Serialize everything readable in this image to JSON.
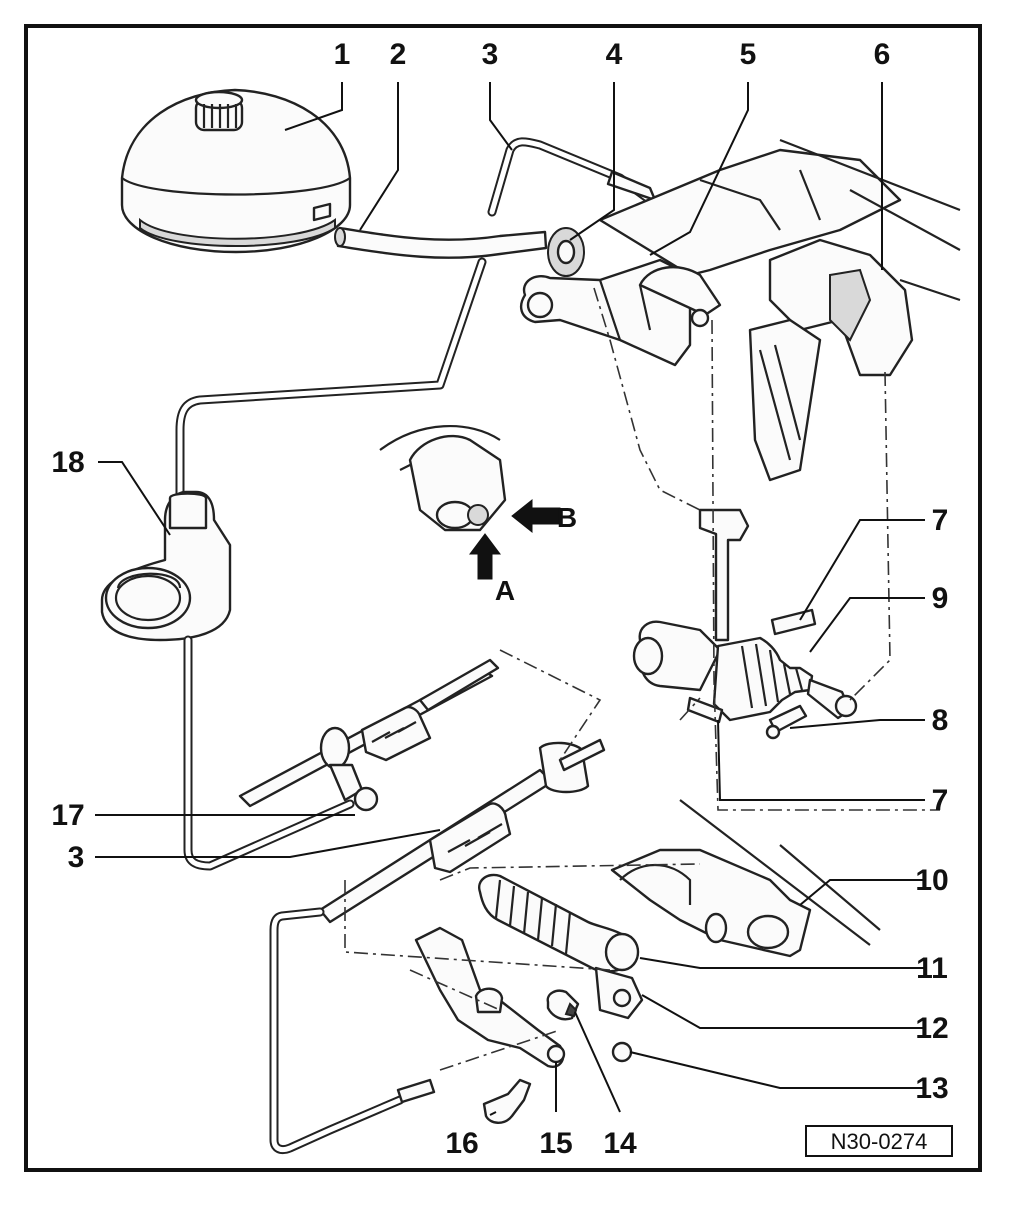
{
  "figure": {
    "reference": "N30-0274",
    "inset_labels": {
      "a": "A",
      "b": "B"
    },
    "callouts": [
      {
        "id": "c1",
        "label": "1"
      },
      {
        "id": "c2",
        "label": "2"
      },
      {
        "id": "c3a",
        "label": "3"
      },
      {
        "id": "c4",
        "label": "4"
      },
      {
        "id": "c5",
        "label": "5"
      },
      {
        "id": "c6",
        "label": "6"
      },
      {
        "id": "c7a",
        "label": "7"
      },
      {
        "id": "c9",
        "label": "9"
      },
      {
        "id": "c8",
        "label": "8"
      },
      {
        "id": "c7b",
        "label": "7"
      },
      {
        "id": "c18",
        "label": "18"
      },
      {
        "id": "c17",
        "label": "17"
      },
      {
        "id": "c3b",
        "label": "3"
      },
      {
        "id": "c10",
        "label": "10"
      },
      {
        "id": "c11",
        "label": "11"
      },
      {
        "id": "c12",
        "label": "12"
      },
      {
        "id": "c13",
        "label": "13"
      },
      {
        "id": "c16",
        "label": "16"
      },
      {
        "id": "c15",
        "label": "15"
      },
      {
        "id": "c14",
        "label": "14"
      }
    ]
  }
}
